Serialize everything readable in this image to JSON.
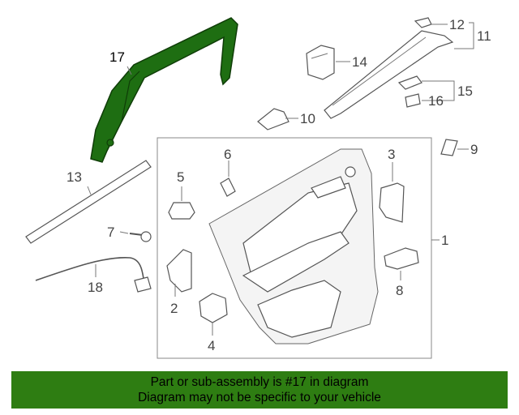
{
  "callouts": {
    "c1": "1",
    "c2": "2",
    "c3": "3",
    "c4": "4",
    "c5": "5",
    "c6": "6",
    "c7": "7",
    "c8": "8",
    "c9": "9",
    "c10": "10",
    "c11": "11",
    "c12": "12",
    "c13": "13",
    "c14": "14",
    "c15": "15",
    "c16": "16",
    "c17": "17",
    "c18": "18"
  },
  "banner": {
    "line1": "Part or sub-assembly is #17 in diagram",
    "line2": "Diagram may not be specific to your vehicle"
  },
  "colors": {
    "highlight_part": "#1e6e12",
    "banner_background": "#2e7d12"
  }
}
